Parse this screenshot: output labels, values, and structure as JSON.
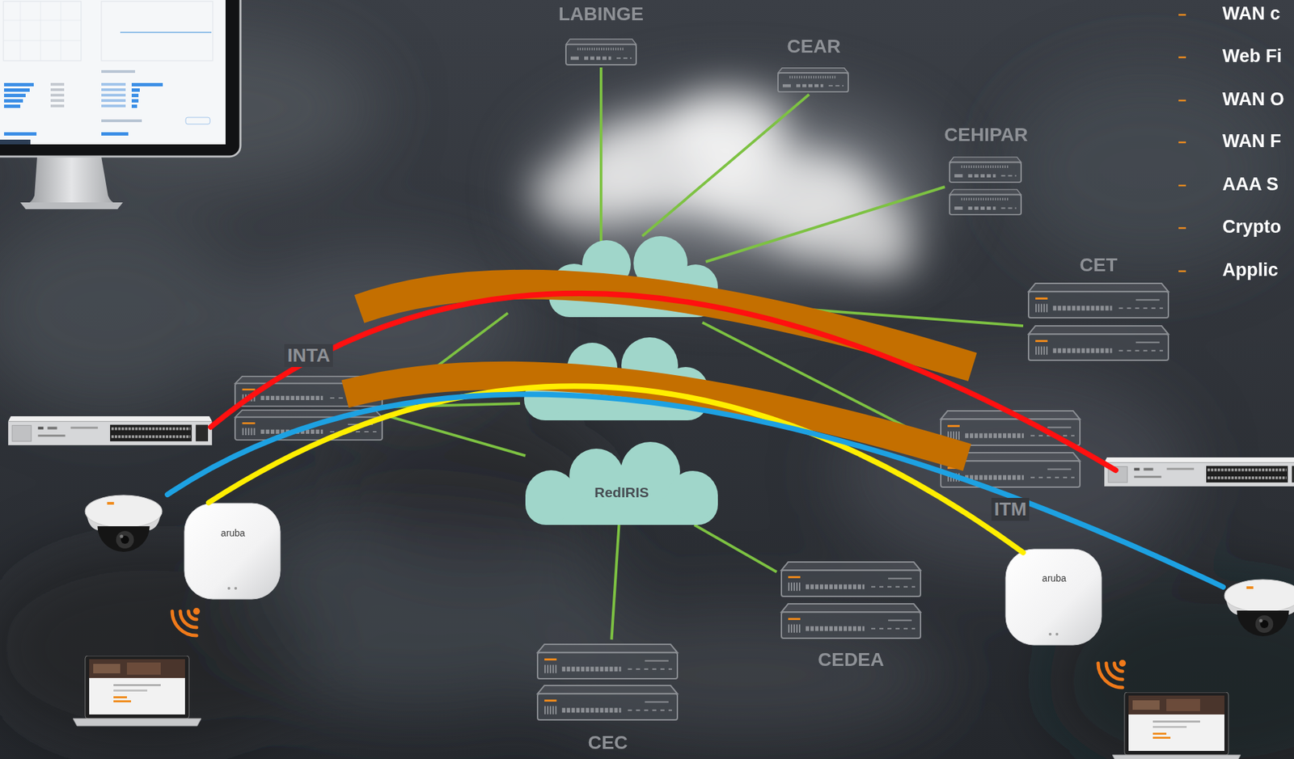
{
  "diagram": {
    "nodes": [
      {
        "text": [
          "LABINGE"
        ]
      },
      {
        "text": [
          "CEAR"
        ]
      },
      {
        "text": [
          "CEHIPAR"
        ]
      },
      {
        "text": [
          "CET"
        ]
      },
      {
        "text": [
          "INTA"
        ]
      },
      {
        "text": [
          "RedIRIS"
        ]
      },
      {
        "text": [
          "ITM"
        ]
      },
      {
        "text": [
          "CEDEA"
        ]
      },
      {
        "text": [
          "CEC"
        ]
      }
    ],
    "edges": [
      {
        "from": 4,
        "to": 5,
        "arrow": "none"
      },
      {
        "from": 5,
        "to": 8,
        "arrow": "none"
      },
      {
        "from": 5,
        "to": 7,
        "arrow": "none"
      }
    ],
    "labels": [
      "aruba",
      "aruba",
      "WAN c",
      "Web Fi",
      "WAN O",
      "WAN F",
      "AAA S",
      "Crypto",
      "Applic"
    ]
  }
}
